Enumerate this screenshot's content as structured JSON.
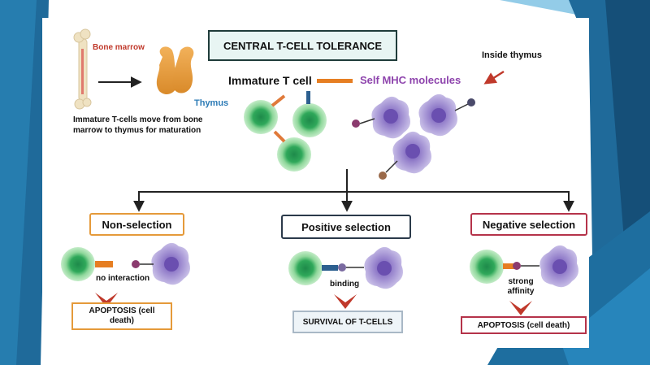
{
  "title": "CENTRAL T-CELL TOLERANCE",
  "bone_marrow_label": "Bone marrow",
  "thymus_label": "Thymus",
  "migration_note": "Immature T-cells move from bone marrow  to thymus for maturation",
  "inside_thymus_label": "Inside thymus",
  "immature_t_cell_label": "Immature T cell",
  "self_mhc_label": "Self MHC molecules",
  "branches": [
    {
      "heading": "Non-selection",
      "interaction": "no interaction",
      "outcome": "APOPTOSIS (cell death)",
      "color": "#e59a3a"
    },
    {
      "heading": "Positive selection",
      "interaction": "binding",
      "outcome": "SURVIVAL OF T-CELLS",
      "color": "#2b3a4a"
    },
    {
      "heading": "Negative selection",
      "interaction": "strong affinity",
      "outcome": "APOPTOSIS (cell death)",
      "color": "#b5334a"
    }
  ],
  "colors": {
    "title_box_bg": "#e8f5f3",
    "title_box_border": "#1f3c3a",
    "bone_marrow": "#c0392b",
    "thymus": "#2c7bb6",
    "self_mhc": "#8e44ad",
    "arrow_red": "#c0392b",
    "connector_orange": "#e67e22",
    "t_cell": "#4caf6a",
    "apc": "#8f7bc4",
    "background_blue": "#1f6a9a"
  }
}
